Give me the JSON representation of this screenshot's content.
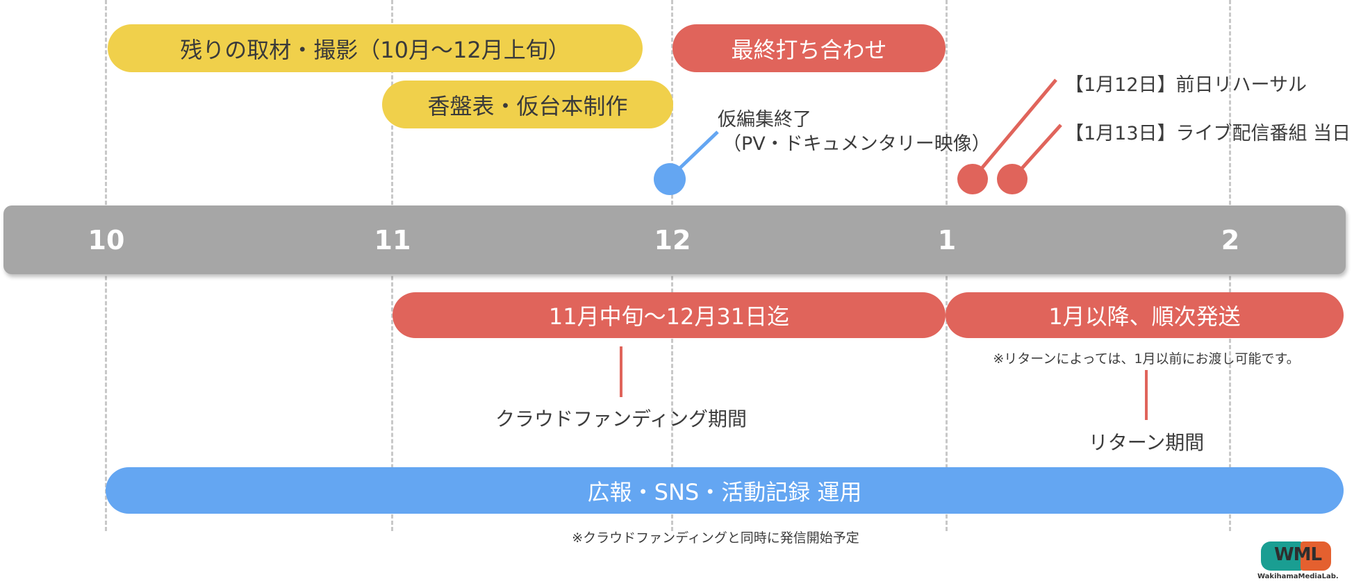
{
  "axis": {
    "months": [
      "10",
      "11",
      "12",
      "1",
      "2"
    ]
  },
  "top_bars": {
    "remaining_shooting": "残りの取材・撮影（10月～12月上旬）",
    "final_meeting": "最終打ち合わせ",
    "script_production": "香盤表・仮台本制作"
  },
  "milestones": {
    "rough_edit_line1": "仮編集終了",
    "rough_edit_line2": "（PV・ドキュメンタリー映像）",
    "rehearsal": "【1月12日】前日リハーサル",
    "live_broadcast": "【1月13日】ライブ配信番組 当日"
  },
  "bottom_bars": {
    "crowdfunding_period_bar": "11月中旬～12月31日迄",
    "crowdfunding_label": "クラウドファンディング期間",
    "return_bar": "1月以降、順次発送",
    "return_note": "※リターンによっては、1月以前にお渡し可能です。",
    "return_label": "リターン期間",
    "pr_bar": "広報・SNS・活動記録 運用",
    "pr_note": "※クラウドファンディングと同時に発信開始予定"
  },
  "logo": {
    "mark": "WML",
    "name": "WakihamaMediaLab."
  },
  "colors": {
    "yellow": "#F0D04B",
    "red": "#E0645B",
    "blue": "#64A6F2",
    "axis": "#A6A6A6"
  }
}
